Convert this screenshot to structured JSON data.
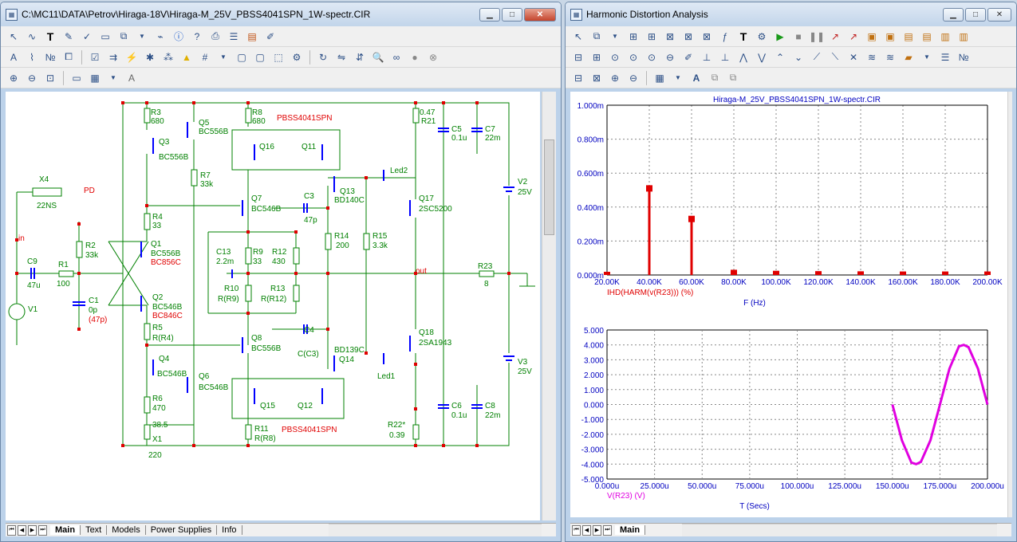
{
  "left_window": {
    "title": "C:\\MC11\\DATA\\Petrov\\Hiraga-18V\\Hiraga-M_25V_PBSS4041SPN_1W-spectr.CIR",
    "tabs": [
      "Main",
      "Text",
      "Models",
      "Power Supplies",
      "Info"
    ],
    "active_tab": "Main"
  },
  "right_window": {
    "title": "Harmonic Distortion Analysis",
    "tabs": [
      "Main"
    ],
    "active_tab": "Main"
  },
  "schematic": {
    "labels": {
      "R3": "R3",
      "R3v": "680",
      "Q5": "Q5",
      "Q5m": "BC556B",
      "Q3": "Q3",
      "Q3m": "BC556B",
      "R7": "R7",
      "R7v": "33k",
      "R8": "R8",
      "R8v": "680",
      "pbss_top": "PBSS4041SPN",
      "Q16": "Q16",
      "Q11": "Q11",
      "R21v": "0.47",
      "R21": "R21",
      "C5": "C5",
      "C5v": "0.1u",
      "C7": "C7",
      "C7v": "22m",
      "Led2": "Led2",
      "Q13": "Q13",
      "Q13m": "BD140C",
      "V2": "V2",
      "V2v": "25V",
      "X4": "X4",
      "X4v": "22NS",
      "PD": "PD",
      "in": "in",
      "Q7": "Q7",
      "Q7m": "BC546B",
      "C3": "C3",
      "C3v": "47p",
      "Q17": "Q17",
      "Q17m": "2SC5200",
      "R4": "R4",
      "R4v": "33",
      "R2": "R2",
      "R2v": "33k",
      "Q1": "Q1",
      "Q1m": "BC556B",
      "Q1r": "BC856C",
      "R14": "R14",
      "R14v": "200",
      "R15": "R15",
      "R15v": "3.3k",
      "C13": "C13",
      "C13v": "2.2m",
      "R9": "R9",
      "R9v": "33",
      "R12": "R12",
      "R12v": "430",
      "C9": "C9",
      "C9v": "47u",
      "R1": "R1",
      "R1v": "100",
      "out": "out",
      "R23": "R23",
      "R23v": "8",
      "R10": "R10",
      "R10v": "R(R9)",
      "R13": "R13",
      "R13v": "R(R12)",
      "C1": "C1",
      "C1v": "0p",
      "C1r": "(47p)",
      "V1": "V1",
      "Q2": "Q2",
      "Q2m": "BC546B",
      "Q2r": "BC846C",
      "R5": "R5",
      "R5v": "R(R4)",
      "C4": "C4",
      "C4v": "C(C3)",
      "Q8": "Q8",
      "Q8m": "BC556B",
      "Q18": "Q18",
      "Q18m": "2SA1943",
      "Q14m": "BD139C",
      "Q14": "Q14",
      "Led1": "Led1",
      "V3": "V3",
      "V3v": "25V",
      "Q4": "Q4",
      "Q4m": "BC546B",
      "Q6": "Q6",
      "Q6m": "BC546B",
      "R6": "R6",
      "R6v": "470",
      "Q15": "Q15",
      "Q12": "Q12",
      "C6": "C6",
      "C6v": "0.1u",
      "C8": "C8",
      "C8v": "22m",
      "X1v": "38.5",
      "X1": "X1",
      "X1b": "220",
      "R22": "R22*",
      "R22v": "0.39",
      "R11": "R11",
      "R11v": "R(R8)",
      "pbss_bot": "PBSS4041SPN"
    }
  },
  "spectrum_plot": {
    "title": "Hiraga-M_25V_PBSS4041SPN_1W-spectr.CIR",
    "xlabel": "F (Hz)",
    "trace_label": "IHD(HARM(v(R23))) (%)",
    "yticks": [
      "1.000m",
      "0.800m",
      "0.600m",
      "0.400m",
      "0.200m",
      "0.000m"
    ],
    "xticks": [
      "20.00K",
      "40.00K",
      "60.00K",
      "80.00K",
      "100.00K",
      "120.00K",
      "140.00K",
      "160.00K",
      "180.00K",
      "200.00K"
    ],
    "color": "#e00000"
  },
  "time_plot": {
    "xlabel": "T (Secs)",
    "trace_label": "V(R23) (V)",
    "yticks": [
      "5.000",
      "4.000",
      "3.000",
      "2.000",
      "1.000",
      "0.000",
      "-1.000",
      "-2.000",
      "-3.000",
      "-4.000",
      "-5.000"
    ],
    "xticks": [
      "0.000u",
      "25.000u",
      "50.000u",
      "75.000u",
      "100.000u",
      "125.000u",
      "150.000u",
      "175.000u",
      "200.000u"
    ],
    "color": "#e000e0"
  },
  "chart_data": [
    {
      "type": "bar",
      "title": "Hiraga-M_25V_PBSS4041SPN_1W-spectr.CIR",
      "xlabel": "F (Hz)",
      "ylabel": "",
      "series": [
        {
          "name": "IHD(HARM(v(R23))) (%)",
          "x": [
            20000,
            40000,
            60000,
            80000,
            100000,
            120000,
            140000,
            160000,
            180000,
            200000
          ],
          "values": [
            0,
            0.00051,
            0.00033,
            1.2e-05,
            6e-06,
            4e-06,
            3e-06,
            2e-06,
            2e-06,
            2e-06
          ]
        }
      ],
      "xlim": [
        20000,
        200000
      ],
      "ylim": [
        0,
        0.001
      ],
      "grid": true
    },
    {
      "type": "line",
      "xlabel": "T (Secs)",
      "ylabel": "",
      "series": [
        {
          "name": "V(R23) (V)",
          "x": [
            150,
            155,
            160,
            162.5,
            165,
            170,
            175,
            180,
            185,
            187.5,
            190,
            195,
            200
          ],
          "values": [
            0,
            -2.4,
            -3.9,
            -4.0,
            -3.85,
            -2.4,
            0,
            2.4,
            3.9,
            4.0,
            3.85,
            2.4,
            0
          ]
        }
      ],
      "xlim": [
        0,
        200
      ],
      "ylim": [
        -5,
        5
      ],
      "grid": true
    }
  ]
}
